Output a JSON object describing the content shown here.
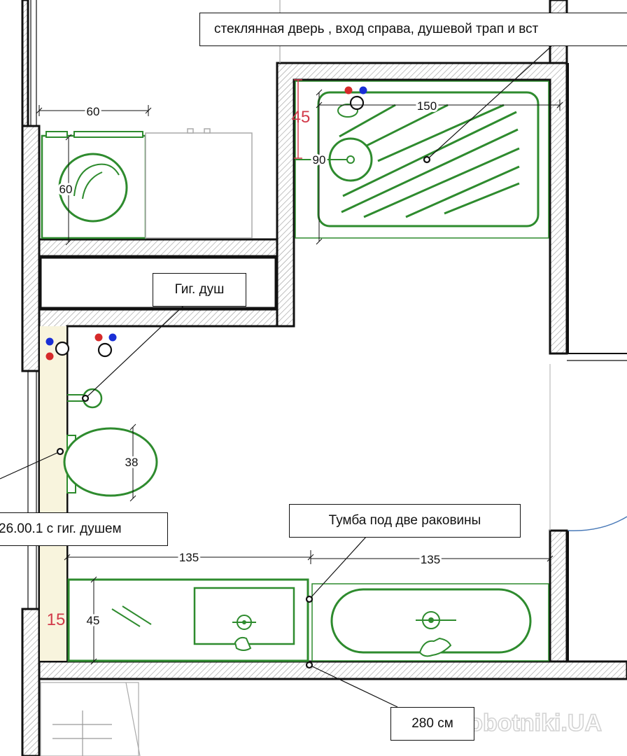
{
  "callouts": {
    "glass_door": "стеклянная дверь , вход справа, душевой трап и вст",
    "hygienic_shower": "Гиг. душ",
    "toilet": "26.00.1 с гиг. душем",
    "vanity": "Тумба под две раковины",
    "room_width": "280 см"
  },
  "dimensions": {
    "washer_width": "60",
    "washer_depth": "60",
    "shower_length": "150",
    "shower_width": "90",
    "shower_offset": "45",
    "toilet_depth": "38",
    "vanity_left_width": "135",
    "vanity_right_width": "135",
    "vanity_depth": "45",
    "wall_offset": "15"
  },
  "watermark": "Robotniki.UA",
  "colors": {
    "wall": "#111111",
    "fixture": "#2e8b2e",
    "hot_water": "#d62a2a",
    "cold_water": "#1a2fd6",
    "dimension_red": "#d23a4a",
    "highlight": "#f8f4dd"
  }
}
